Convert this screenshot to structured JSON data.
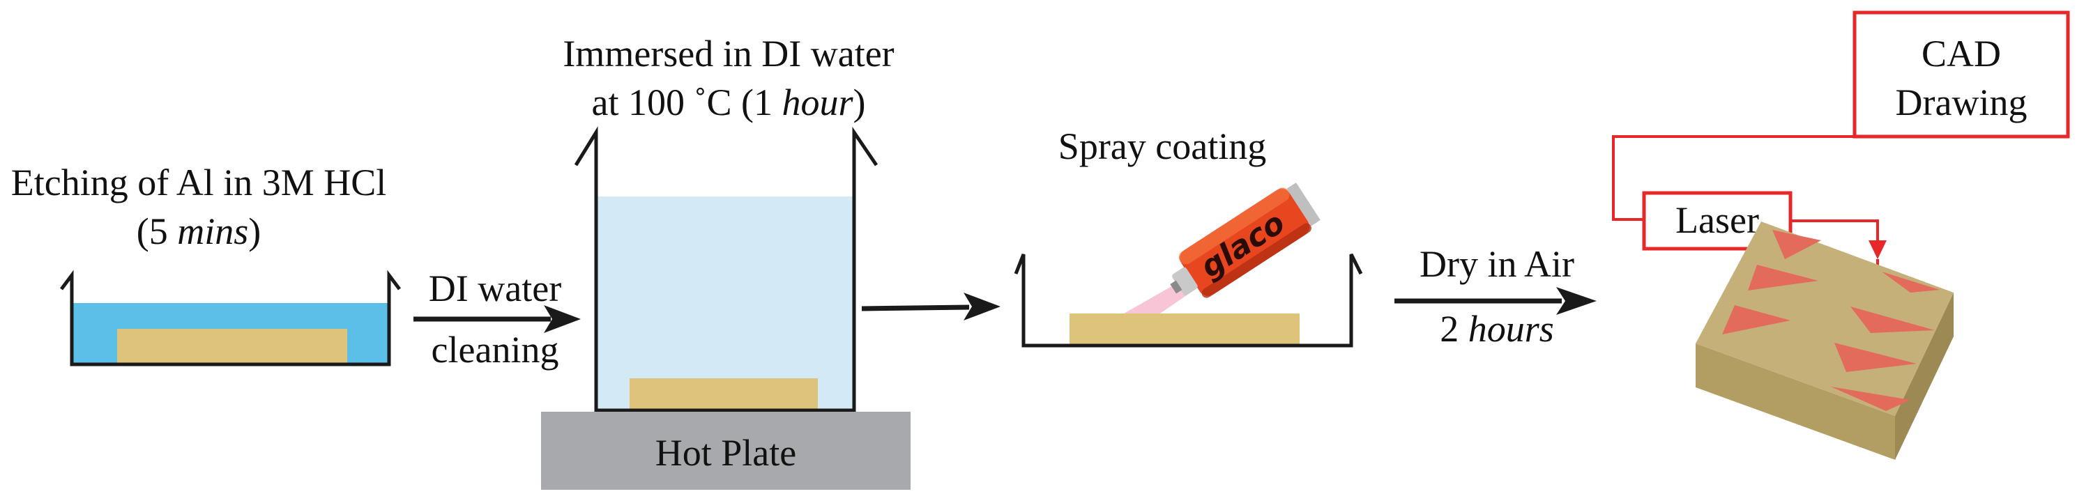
{
  "steps": {
    "etching": {
      "line1": "Etching of Al in 3M HCl",
      "line2_open": "(5 ",
      "line2_italic": "mins",
      "line2_close": ")"
    },
    "rinse": {
      "line1": "DI water",
      "line2": "cleaning"
    },
    "immersion": {
      "line1": "Immersed in DI water",
      "line2_prefix": "at 100 ˚C (1 ",
      "line2_italic": "hour",
      "line2_close": ")"
    },
    "hot_plate": "Hot Plate",
    "spray": {
      "label": "Spray coating",
      "can_brand": "glaco"
    },
    "dry": {
      "line1": "Dry in Air",
      "line2_prefix": "2 ",
      "line2_italic": "hours"
    },
    "laser": {
      "cad_line1": "CAD",
      "cad_line2": "Drawing",
      "laser_label": "Laser"
    }
  },
  "colors": {
    "acid": "#5bbfe8",
    "water": "#d3e9f6",
    "sample": "#dec47a",
    "hot_plate": "#a7a9ac",
    "laser_red": "#e6282b",
    "spray_mist": "#f7bfd2",
    "can_body": "#e8461e",
    "block_top": "#c6b07a",
    "block_side": "#9c8953",
    "block_front": "#b29d63",
    "pattern": "#e36b5c"
  },
  "icons": [
    "beaker-icon",
    "spray-can-icon",
    "arrow-icon",
    "hot-plate-icon",
    "textured-sample-icon"
  ]
}
